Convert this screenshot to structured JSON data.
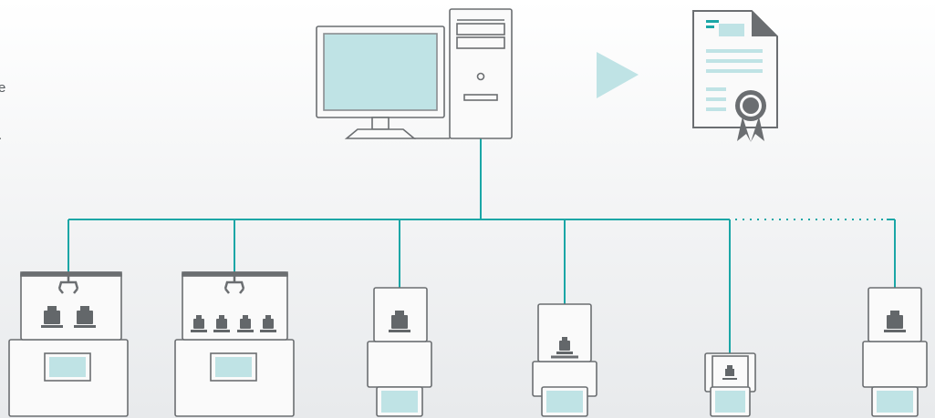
{
  "edge_text": [
    "e",
    "."
  ],
  "colors": {
    "line": "#1aa6a6",
    "outline": "#6b6e71",
    "screen": "#bfe3e5",
    "arrow": "#bfe3e5",
    "weight": "#63676a",
    "device_fill": "#fafafa"
  },
  "nodes": [
    {
      "id": "computer",
      "kind": "desktop-computer"
    },
    {
      "id": "certificate",
      "kind": "calibration-certificate"
    },
    {
      "id": "instrument-1",
      "kind": "robotic-mass-comparator",
      "weights": 2
    },
    {
      "id": "instrument-2",
      "kind": "robotic-mass-comparator",
      "weights": 4
    },
    {
      "id": "instrument-3",
      "kind": "mass-comparator",
      "weights": 1
    },
    {
      "id": "instrument-4",
      "kind": "mass-comparator",
      "weights": 1
    },
    {
      "id": "instrument-5",
      "kind": "micro-balance",
      "weights": 1
    },
    {
      "id": "instrument-6",
      "kind": "mass-comparator",
      "weights": 1
    }
  ]
}
